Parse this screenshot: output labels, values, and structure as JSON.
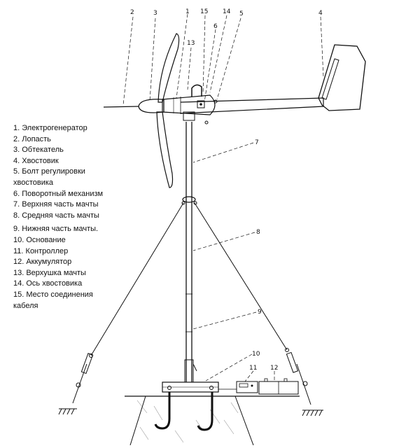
{
  "legend": [
    "1. Электрогенератор",
    "2. Лопасть",
    "3. Обтекатель",
    "4. Хвостовик",
    "5. Болт регулировки\nхвостовика",
    "6. Поворотный механизм",
    "7. Верхняя часть мачты",
    "8. Средняя часть мачты",
    "9. Нижняя часть мачты.",
    "10. Основание",
    "11. Контроллер",
    "12. Аккумулятор",
    "13. Верхушка мачты",
    "14. Ось хвостовика",
    "15. Место соединения\nкабеля"
  ],
  "callouts": {
    "c1": "1",
    "c2": "2",
    "c3": "3",
    "c4": "4",
    "c5": "5",
    "c6": "6",
    "c7": "7",
    "c8": "8",
    "c9": "9",
    "c10": "10",
    "c11": "11",
    "c12": "12",
    "c13": "13",
    "c14": "14",
    "c15": "15"
  }
}
